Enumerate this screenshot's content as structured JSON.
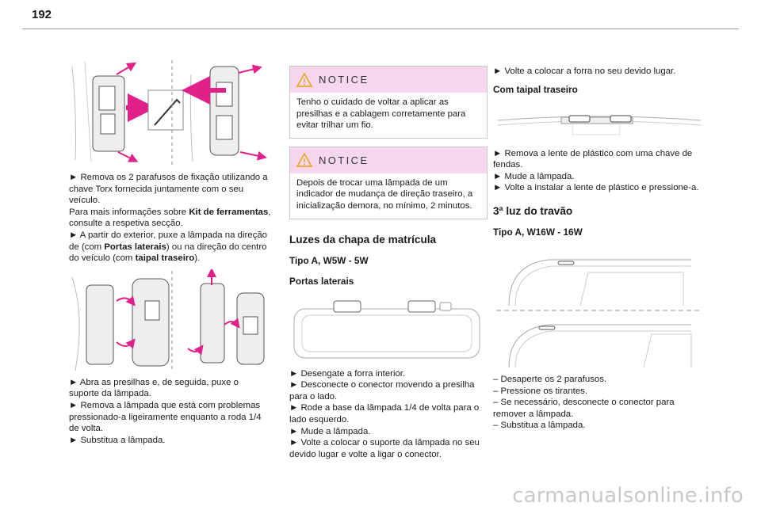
{
  "page": {
    "number": "192"
  },
  "col1": {
    "para1": [
      {
        "t": "► Remova os 2 parafusos de fixação utilizando a chave Torx fornecida juntamente com o seu veículo."
      },
      {
        "t": "Para mais informações sobre ",
        "b": "Kit de ferramentas",
        "t2": ", consulte a respetiva secção."
      },
      {
        "t": "► A partir do exterior, puxe a lâmpada na direção de (com ",
        "b": "Portas laterais",
        "t2": ") ou na direção do centro do veículo (com ",
        "b2": "taipal traseiro",
        "t3": ")."
      }
    ],
    "para2": [
      "► Abra as presilhas e, de seguida, puxe o suporte da lâmpada.",
      "► Remova a lâmpada que está com problemas pressionado-a ligeiramente enquanto a roda 1/4 de volta.",
      "► Substitua a lâmpada."
    ]
  },
  "col2": {
    "notice1": {
      "title": "NOTICE",
      "body": "Tenho o cuidado de voltar a aplicar as presilhas e a cablagem corretamente para evitar trilhar um fio."
    },
    "notice2": {
      "title": "NOTICE",
      "body": "Depois de trocar uma lâmpada de um indicador de mudança de direção traseiro, a inicialização demora, no mínimo, 2 minutos."
    },
    "section_title": "Luzes da chapa de matrícula",
    "type_label": "Tipo A, W5W - 5W",
    "side_doors_label": "Portas laterais",
    "steps": [
      "► Desengate a forra interior.",
      "► Desconecte o conector movendo a presilha para o lado.",
      "► Rode a base da lâmpada 1/4 de volta para o lado esquerdo.",
      "► Mude a lâmpada.",
      "► Volte a colocar o suporte da lâmpada no seu devido lugar e volte a ligar o conector."
    ]
  },
  "col3": {
    "step_top": "► Volte a colocar a forra no seu devido lugar.",
    "tailgate_label": "Com taipal traseiro",
    "tailgate_steps": [
      "► Remova a lente de plástico com uma chave de fendas.",
      "► Mude a lâmpada.",
      "► Volte a instalar a lente de plástico e pressione-a."
    ],
    "brake_title": "3ª luz do travão",
    "brake_type": "Tipo A, W16W - 16W",
    "brake_steps": [
      "– Desaperte os 2 parafusos.",
      "– Pressione os tirantes.",
      "– Se necessário, desconecte o conector para remover a lâmpada.",
      "– Substitua a lâmpada."
    ]
  },
  "watermark": "carmanualsonline.info",
  "colors": {
    "arrow": "#e0218a",
    "notice_bg": "#f7d7ef",
    "warning": "#e6a400"
  }
}
